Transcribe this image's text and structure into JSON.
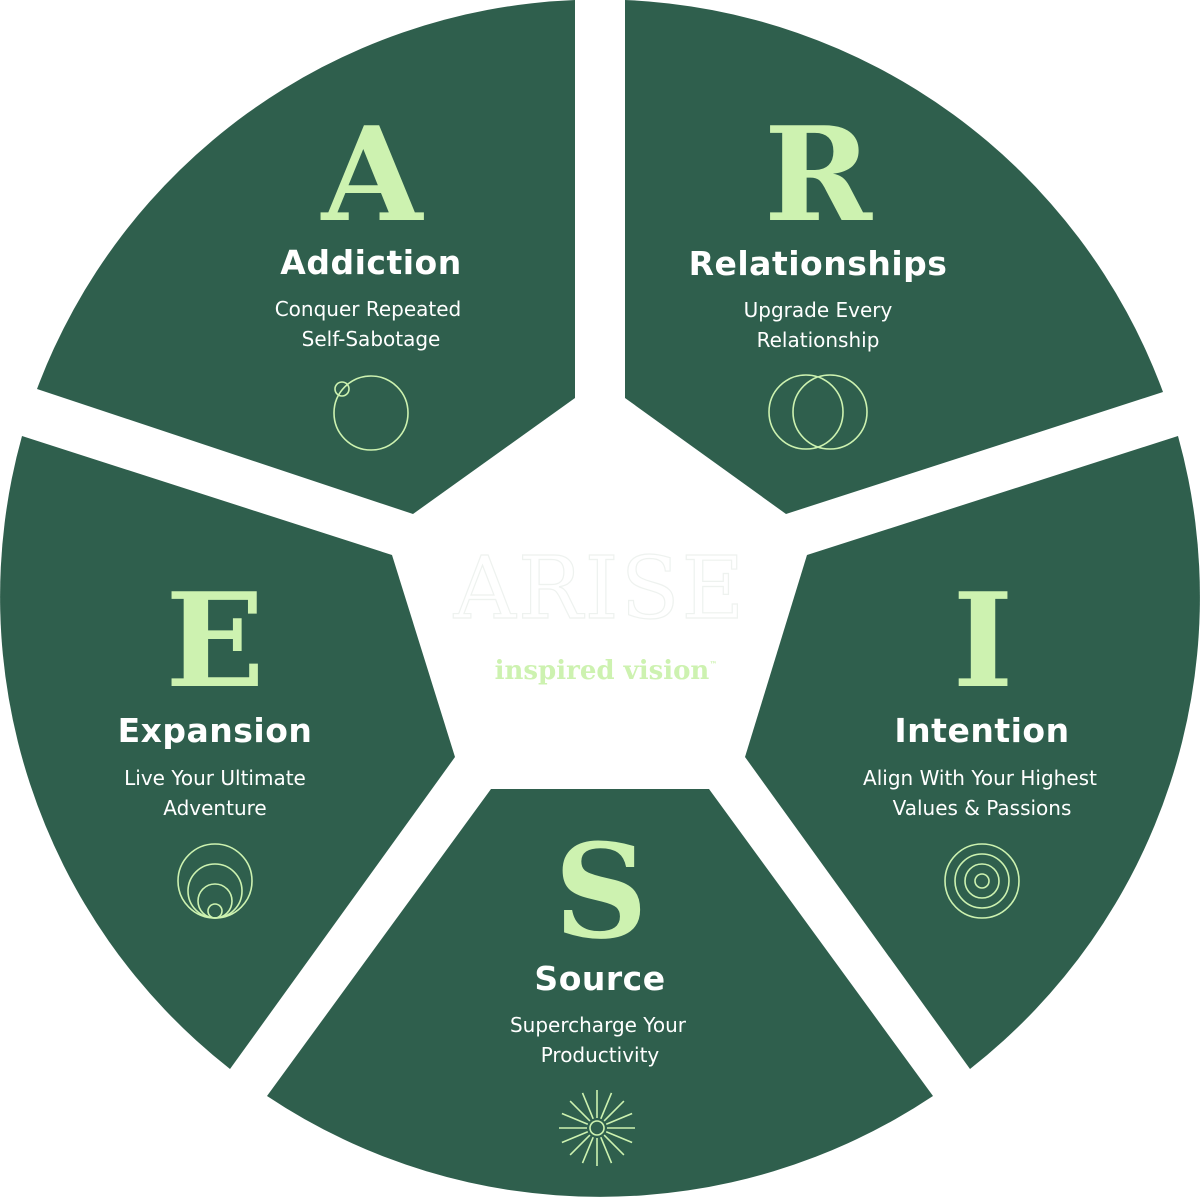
{
  "center": {
    "title": "ARISE",
    "brand": "inspired vision",
    "brand_tm": "™"
  },
  "colors": {
    "segment": "#2f5f4d",
    "accent": "#cdf2b0",
    "text": "#ffffff",
    "background": "#ffffff"
  },
  "segments": [
    {
      "letter": "A",
      "title": "Addiction",
      "subtitle_line1": "Conquer Repeated",
      "subtitle_line2": "Self-Sabotage",
      "icon": "orbit-circle-icon"
    },
    {
      "letter": "R",
      "title": "Relationships",
      "subtitle_line1": "Upgrade Every",
      "subtitle_line2": "Relationship",
      "icon": "overlapping-circles-icon"
    },
    {
      "letter": "I",
      "title": "Intention",
      "subtitle_line1": "Align With Your Highest",
      "subtitle_line2": "Values & Passions",
      "icon": "concentric-circles-icon"
    },
    {
      "letter": "S",
      "title": "Source",
      "subtitle_line1": "Supercharge Your",
      "subtitle_line2": "Productivity",
      "icon": "sunburst-icon"
    },
    {
      "letter": "E",
      "title": "Expansion",
      "subtitle_line1": "Live Your Ultimate",
      "subtitle_line2": "Adventure",
      "icon": "nested-circles-icon"
    }
  ]
}
